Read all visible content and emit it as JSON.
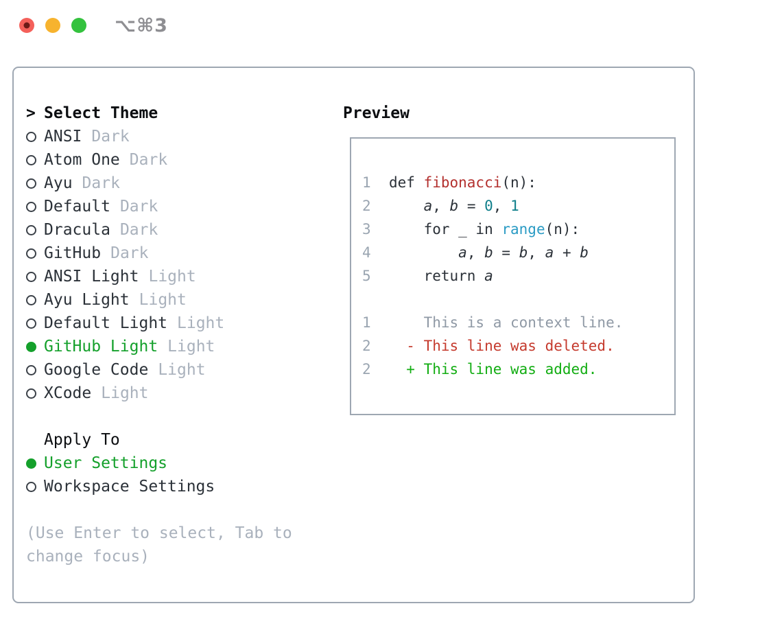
{
  "titlebar": {
    "title": "⌥⌘3",
    "lights": [
      {
        "name": "close",
        "color": "#f4605a",
        "has_dot": true
      },
      {
        "name": "minimize",
        "color": "#f7b32e",
        "has_dot": false
      },
      {
        "name": "zoom",
        "color": "#34c23e",
        "has_dot": false
      }
    ]
  },
  "theme_picker": {
    "prompt_marker": ">",
    "title": "Select Theme",
    "themes": [
      {
        "name": "ANSI",
        "variant": "Dark",
        "selected": false
      },
      {
        "name": "Atom One",
        "variant": "Dark",
        "selected": false
      },
      {
        "name": "Ayu",
        "variant": "Dark",
        "selected": false
      },
      {
        "name": "Default",
        "variant": "Dark",
        "selected": false
      },
      {
        "name": "Dracula",
        "variant": "Dark",
        "selected": false
      },
      {
        "name": "GitHub",
        "variant": "Dark",
        "selected": false
      },
      {
        "name": "ANSI Light",
        "variant": "Light",
        "selected": false
      },
      {
        "name": "Ayu Light",
        "variant": "Light",
        "selected": false
      },
      {
        "name": "Default Light",
        "variant": "Light",
        "selected": false
      },
      {
        "name": "GitHub Light",
        "variant": "Light",
        "selected": true
      },
      {
        "name": "Google Code",
        "variant": "Light",
        "selected": false
      },
      {
        "name": "XCode",
        "variant": "Light",
        "selected": false
      }
    ],
    "apply_to": {
      "title": "Apply To",
      "options": [
        {
          "name": "User Settings",
          "selected": true
        },
        {
          "name": "Workspace Settings",
          "selected": false
        }
      ]
    },
    "hint": "(Use Enter to select, Tab to\nchange focus)"
  },
  "preview": {
    "title": "Preview",
    "lines": [
      {
        "num": "1",
        "segments": [
          {
            "t": "def ",
            "s": "code"
          },
          {
            "t": "fibonacci",
            "s": "fn"
          },
          {
            "t": "(n):",
            "s": "code"
          }
        ]
      },
      {
        "num": "2",
        "segments": [
          {
            "t": "    ",
            "s": "code"
          },
          {
            "t": "a",
            "s": "var"
          },
          {
            "t": ", ",
            "s": "code"
          },
          {
            "t": "b",
            "s": "var"
          },
          {
            "t": " = ",
            "s": "code"
          },
          {
            "t": "0",
            "s": "numlit"
          },
          {
            "t": ", ",
            "s": "code"
          },
          {
            "t": "1",
            "s": "numlit"
          }
        ]
      },
      {
        "num": "3",
        "segments": [
          {
            "t": "    for _ in ",
            "s": "code"
          },
          {
            "t": "range",
            "s": "call"
          },
          {
            "t": "(n):",
            "s": "code"
          }
        ]
      },
      {
        "num": "4",
        "segments": [
          {
            "t": "        ",
            "s": "code"
          },
          {
            "t": "a",
            "s": "var"
          },
          {
            "t": ", ",
            "s": "code"
          },
          {
            "t": "b",
            "s": "var"
          },
          {
            "t": " = ",
            "s": "code"
          },
          {
            "t": "b",
            "s": "var"
          },
          {
            "t": ", ",
            "s": "code"
          },
          {
            "t": "a",
            "s": "var"
          },
          {
            "t": " + ",
            "s": "code"
          },
          {
            "t": "b",
            "s": "var"
          }
        ]
      },
      {
        "num": "5",
        "segments": [
          {
            "t": "    return ",
            "s": "code"
          },
          {
            "t": "a",
            "s": "var"
          }
        ]
      },
      {
        "num": "",
        "segments": []
      },
      {
        "num": "1",
        "segments": [
          {
            "t": "    This is a context line.",
            "s": "ctx"
          }
        ]
      },
      {
        "num": "2",
        "segments": [
          {
            "t": "  - This line was deleted.",
            "s": "del"
          }
        ]
      },
      {
        "num": "2",
        "segments": [
          {
            "t": "  + This line was added.",
            "s": "add"
          }
        ]
      }
    ]
  },
  "colors": {
    "selection_green": "#14a02b",
    "added_green": "#12ad12",
    "deleted_red": "#c53a2d",
    "function_red": "#b3302e",
    "number_teal": "#0e7e8a",
    "call_blue": "#2a9bc4",
    "dim_gray": "#a9b1bc",
    "border_gray": "#9ea7b2"
  }
}
